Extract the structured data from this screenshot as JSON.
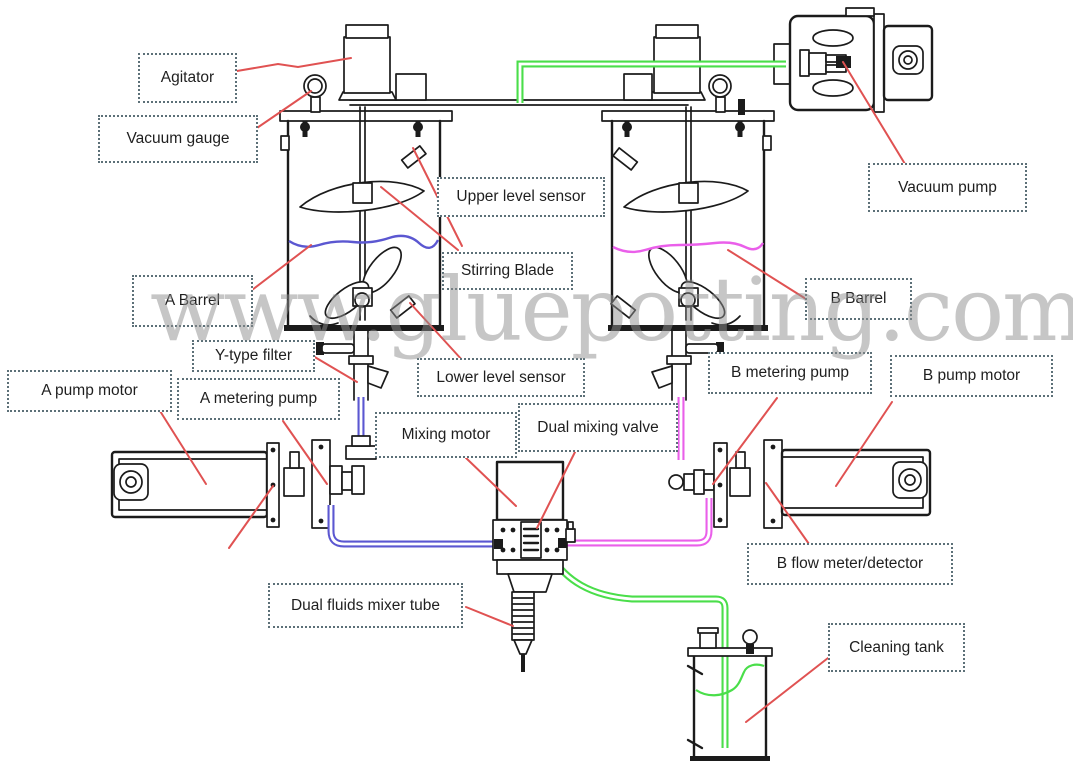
{
  "diagram": {
    "watermark": "www.gluepotting.com",
    "labels": {
      "agitator": "Agitator",
      "vacuum_gauge": "Vacuum gauge",
      "upper_level_sensor": "Upper level sensor",
      "stirring_blade": "Stirring Blade",
      "a_barrel": "A Barrel",
      "b_barrel": "B Barrel",
      "vacuum_pump": "Vacuum pump",
      "y_type_filter": "Y-type filter",
      "a_pump_motor": "A pump motor",
      "a_metering_pump": "A metering pump",
      "lower_level_sensor": "Lower level sensor",
      "mixing_motor": "Mixing motor",
      "dual_mixing_valve": "Dual mixing valve",
      "b_metering_pump": "B metering pump",
      "b_pump_motor": "B pump motor",
      "b_flow_meter": "B flow meter/detector",
      "dual_fluids_mixer_tube": "Dual fluids mixer tube",
      "cleaning_tank": "Cleaning tank"
    },
    "colors": {
      "tube_green": "#4ade4a",
      "tube_blue": "#5b57d1",
      "tube_magenta": "#ea5fea",
      "leader_red": "#e05252",
      "label_border": "#5c7078",
      "line_dark": "#1b1b1b",
      "watermark_gray": "#8f8f8f"
    }
  }
}
